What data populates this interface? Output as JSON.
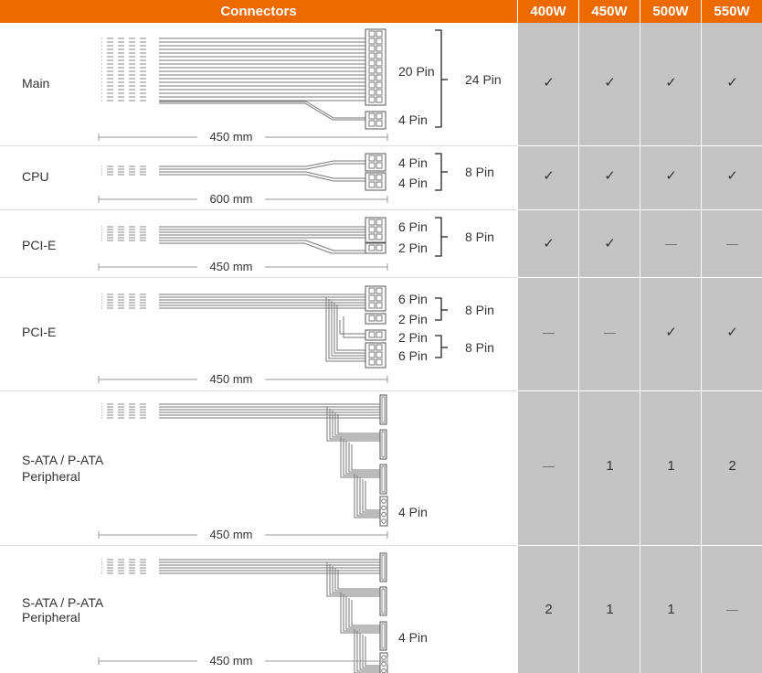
{
  "header": {
    "connectors": "Connectors",
    "models": [
      "400W",
      "450W",
      "500W",
      "550W"
    ]
  },
  "colors": {
    "accent": "#ec6a00",
    "cell_bg": "#c4c4c4"
  },
  "rows": [
    {
      "name": "Main",
      "length": "450 mm",
      "pins": [
        "20 Pin",
        "4 Pin"
      ],
      "groups": [
        "24 Pin"
      ],
      "values": [
        "✓",
        "✓",
        "✓",
        "✓"
      ]
    },
    {
      "name": "CPU",
      "length": "600 mm",
      "pins": [
        "4 Pin",
        "4 Pin"
      ],
      "groups": [
        "8 Pin"
      ],
      "values": [
        "✓",
        "✓",
        "✓",
        "✓"
      ]
    },
    {
      "name": "PCI-E",
      "length": "450 mm",
      "pins": [
        "6 Pin",
        "2 Pin"
      ],
      "groups": [
        "8 Pin"
      ],
      "values": [
        "✓",
        "✓",
        "—",
        "—"
      ]
    },
    {
      "name": "PCI-E",
      "length": "450 mm",
      "pins": [
        "6 Pin",
        "2 Pin",
        "2 Pin",
        "6 Pin"
      ],
      "groups": [
        "8 Pin",
        "8 Pin"
      ],
      "values": [
        "—",
        "—",
        "✓",
        "✓"
      ]
    },
    {
      "name": "S-ATA / P-ATA",
      "name2": "Peripheral",
      "length": "450 mm",
      "pins": [
        "4 Pin"
      ],
      "values": [
        "—",
        "1",
        "1",
        "2"
      ]
    },
    {
      "name": "S-ATA / P-ATA",
      "name2": "Peripheral",
      "length": "450 mm",
      "pins": [
        "4 Pin"
      ],
      "values": [
        "2",
        "1",
        "1",
        "—"
      ]
    }
  ]
}
